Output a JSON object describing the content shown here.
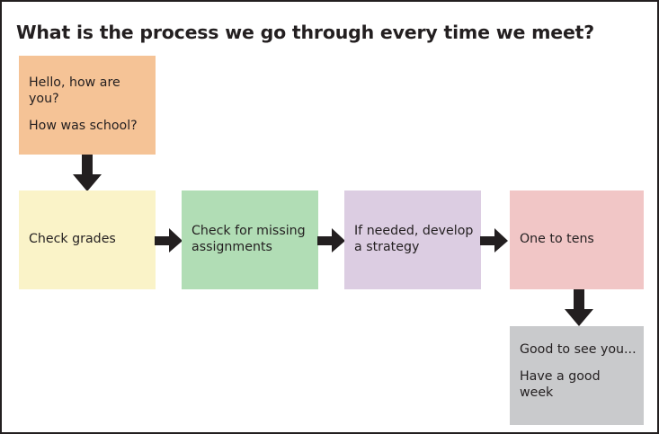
{
  "page": {
    "title": "What is the process we go through every time we meet?",
    "background": "#ffffff",
    "border_color": "#231f20",
    "text_color": "#231f20"
  },
  "flow": {
    "boxes": [
      {
        "id": "greeting",
        "color": "#f5c396",
        "lines": [
          "Hello, how are you?",
          "How was school?"
        ]
      },
      {
        "id": "check-grades",
        "color": "#faf3c8",
        "lines": [
          "Check grades"
        ]
      },
      {
        "id": "missing-assignments",
        "color": "#b1ddb5",
        "lines": [
          "Check for missing assignments"
        ]
      },
      {
        "id": "strategy",
        "color": "#dccde2",
        "lines": [
          "If needed, develop a strategy"
        ]
      },
      {
        "id": "one-to-tens",
        "color": "#f1c6c6",
        "lines": [
          "One to tens"
        ]
      },
      {
        "id": "closing",
        "color": "#c9cacc",
        "lines": [
          "Good to see you...",
          "Have a good week"
        ]
      }
    ],
    "arrows": [
      {
        "id": "greeting-to-grades",
        "direction": "down",
        "color": "#231f20"
      },
      {
        "id": "grades-to-missing",
        "direction": "right",
        "color": "#231f20"
      },
      {
        "id": "missing-to-strategy",
        "direction": "right",
        "color": "#231f20"
      },
      {
        "id": "strategy-to-one-to-tens",
        "direction": "right",
        "color": "#231f20"
      },
      {
        "id": "one-to-tens-to-closing",
        "direction": "down",
        "color": "#231f20"
      }
    ]
  },
  "box_text": {
    "greeting_line1": "Hello, how are you?",
    "greeting_line2": "How was school?",
    "check_grades": "Check grades",
    "missing_assignments": "Check for missing assignments",
    "strategy": "If needed, develop a strategy",
    "one_to_tens": "One to tens",
    "closing_line1": "Good to see you...",
    "closing_line2": "Have a good week"
  }
}
